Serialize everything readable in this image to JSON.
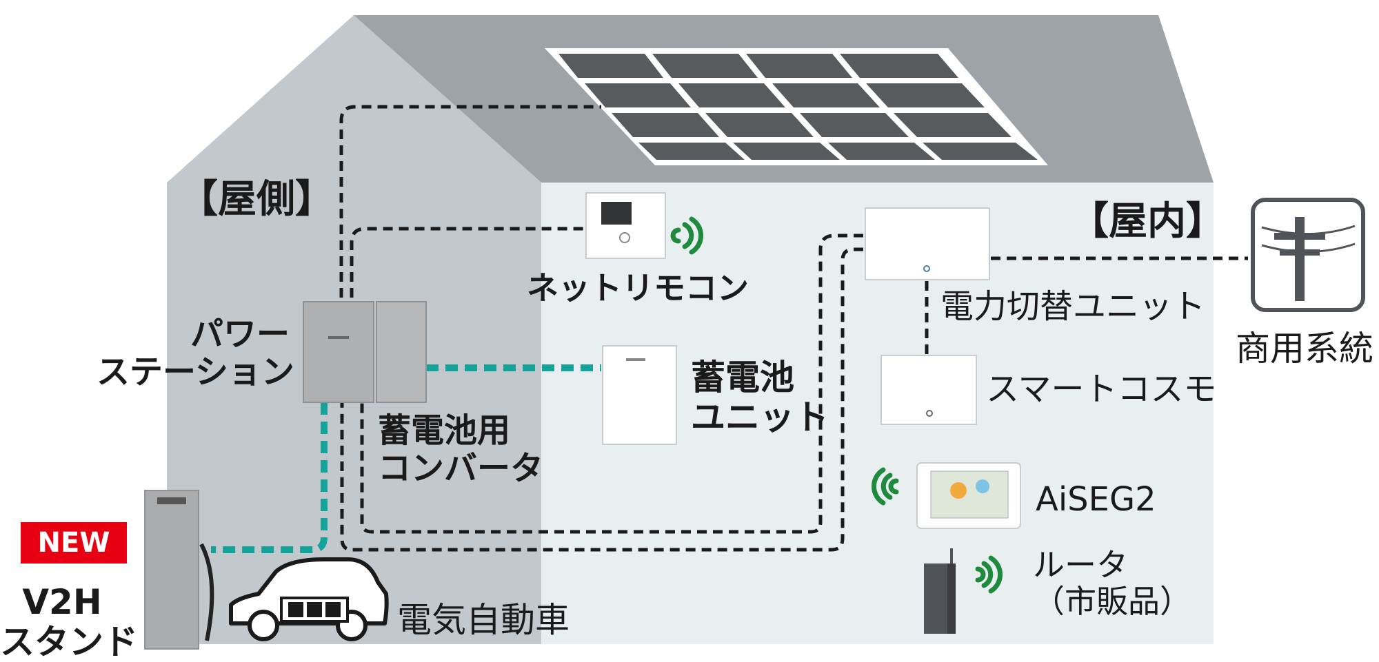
{
  "labels": {
    "outside": "【屋側】",
    "inside": "【屋内】",
    "power_station": [
      "パワー",
      "ステーション"
    ],
    "converter": [
      "蓄電池用",
      "コンバータ"
    ],
    "battery_unit": [
      "蓄電池",
      "ユニット"
    ],
    "net_remote": "ネットリモコン",
    "switch_unit": "電力切替ユニット",
    "smart_cosmo": "スマートコスモ",
    "aiseg": "AiSEG2",
    "router": [
      "ルータ",
      "（市販品）"
    ],
    "grid": "商用系統",
    "ev": "電気自動車",
    "new_badge": "NEW",
    "v2h": [
      "V2H",
      "スタンド"
    ]
  },
  "colors": {
    "roof_dark": "#9ea3a8",
    "wall_outside": "#c3c8cc",
    "wall_inside": "#e9eef1",
    "solar_cell": "#585b5e",
    "teal_line": "#13a39a",
    "black_line": "#1a1a1a",
    "wifi_green": "#1e8a3e",
    "badge_red": "#e60012"
  },
  "icons": {
    "solar": "solar-panel-icon",
    "wifi": "wifi-signal-icon",
    "grid": "utility-pole-icon",
    "car": "electric-car-icon",
    "router": "router-icon"
  }
}
